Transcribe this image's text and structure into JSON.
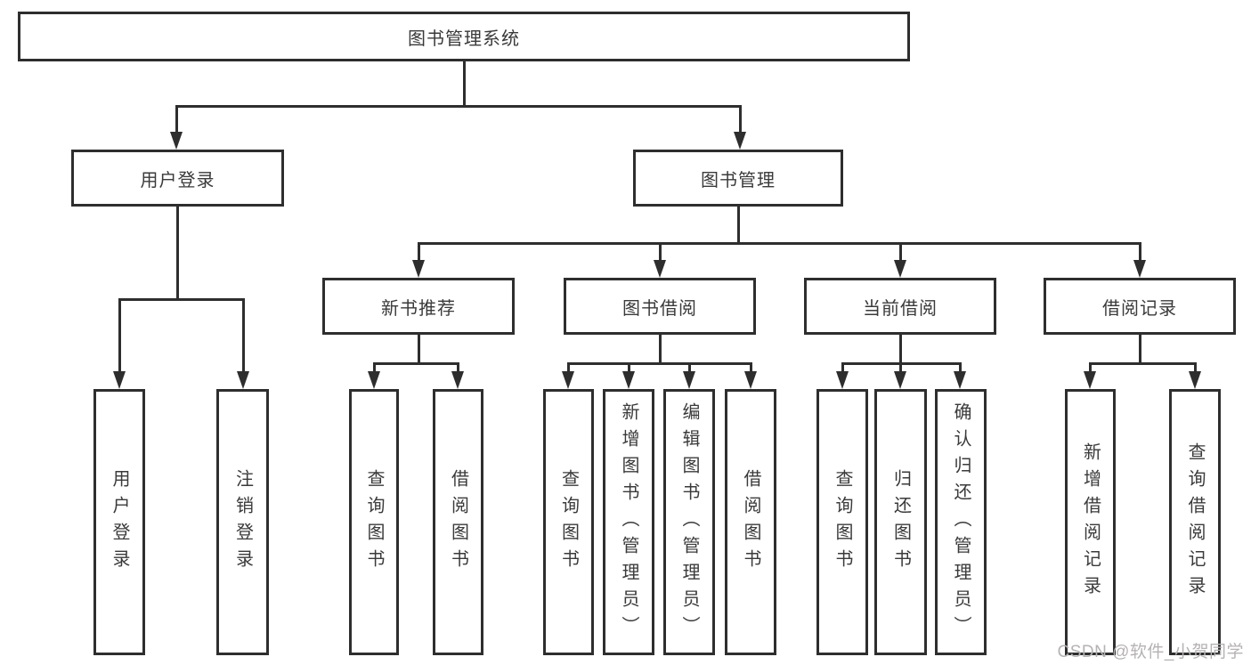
{
  "tree": {
    "root": "图书管理系统",
    "login": {
      "label": "用户登录",
      "leaves": [
        "用户登录",
        "注销登录"
      ]
    },
    "management": {
      "label": "图书管理",
      "sections": [
        {
          "label": "新书推荐",
          "leaves": [
            "查询图书",
            "借阅图书"
          ]
        },
        {
          "label": "图书借阅",
          "leaves": [
            "查询图书",
            "新增图书（管理员）",
            "编辑图书（管理员）",
            "借阅图书"
          ]
        },
        {
          "label": "当前借阅",
          "leaves": [
            "查询图书",
            "归还图书",
            "确认归还（管理员）"
          ]
        },
        {
          "label": "借阅记录",
          "leaves": [
            "新增借阅记录",
            "查询借阅记录"
          ]
        }
      ]
    }
  },
  "watermark": "CSDN @软件_小贺同学",
  "colors": {
    "line": "#2e2e2e",
    "text": "#3a3a3a",
    "watermark": "#b5b2b2",
    "background": "#ffffff"
  }
}
